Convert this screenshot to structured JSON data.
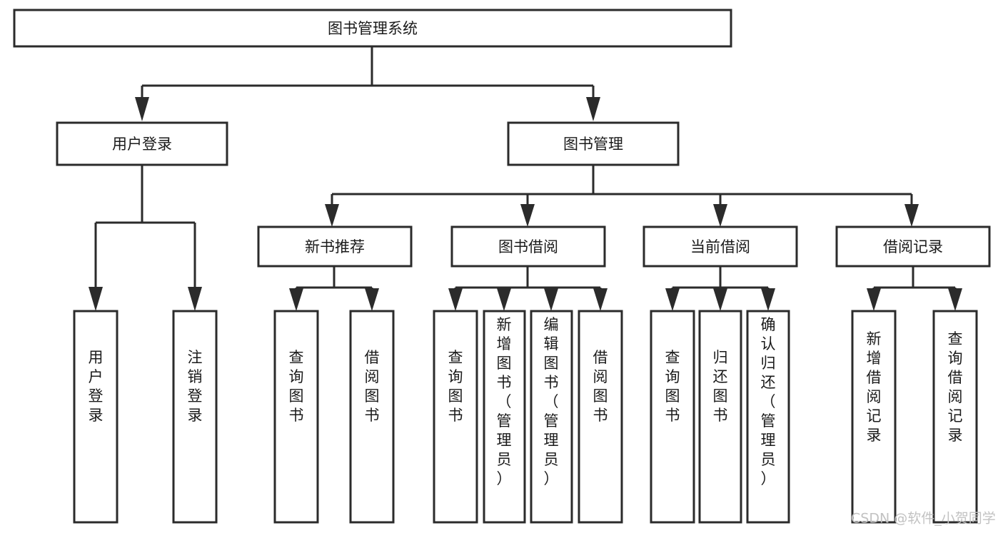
{
  "diagram": {
    "title": "图书管理系统",
    "type": "tree-hierarchy-functional-structure",
    "orientation": "top-down",
    "watermark": "CSDN @软件_小贺同学",
    "colors": {
      "stroke": "#2b2b2b",
      "fill": "#ffffff",
      "text": "#1a1a1a",
      "watermark": "#c2c2c2"
    },
    "root": {
      "id": "root",
      "label": "图书管理系统",
      "orientation": "horizontal"
    },
    "level2": [
      {
        "id": "user-login",
        "label": "用户登录",
        "orientation": "horizontal"
      },
      {
        "id": "book-manage",
        "label": "图书管理",
        "orientation": "horizontal"
      }
    ],
    "level3": [
      {
        "id": "new-book-recommend",
        "label": "新书推荐",
        "orientation": "horizontal",
        "parent": "book-manage"
      },
      {
        "id": "book-borrow",
        "label": "图书借阅",
        "orientation": "horizontal",
        "parent": "book-manage"
      },
      {
        "id": "current-borrow",
        "label": "当前借阅",
        "orientation": "horizontal",
        "parent": "book-manage"
      },
      {
        "id": "borrow-record",
        "label": "借阅记录",
        "orientation": "horizontal",
        "parent": "book-manage"
      }
    ],
    "leaves": [
      {
        "id": "leaf-user-login",
        "label": "用户登录",
        "orientation": "vertical",
        "parent": "user-login"
      },
      {
        "id": "leaf-user-logout",
        "label": "注销登录",
        "orientation": "vertical",
        "parent": "user-login"
      },
      {
        "id": "leaf-query-book-1",
        "label": "查询图书",
        "orientation": "vertical",
        "parent": "new-book-recommend"
      },
      {
        "id": "leaf-borrow-book-1",
        "label": "借阅图书",
        "orientation": "vertical",
        "parent": "new-book-recommend"
      },
      {
        "id": "leaf-query-book-2",
        "label": "查询图书",
        "orientation": "vertical",
        "parent": "book-borrow"
      },
      {
        "id": "leaf-add-book",
        "label": "新增图书（管理员）",
        "orientation": "vertical",
        "parent": "book-borrow"
      },
      {
        "id": "leaf-edit-book",
        "label": "编辑图书（管理员）",
        "orientation": "vertical",
        "parent": "book-borrow"
      },
      {
        "id": "leaf-borrow-book-2",
        "label": "借阅图书",
        "orientation": "vertical",
        "parent": "book-borrow"
      },
      {
        "id": "leaf-query-book-3",
        "label": "查询图书",
        "orientation": "vertical",
        "parent": "current-borrow"
      },
      {
        "id": "leaf-return-book",
        "label": "归还图书",
        "orientation": "vertical",
        "parent": "current-borrow"
      },
      {
        "id": "leaf-confirm-return",
        "label": "确认归还（管理员）",
        "orientation": "vertical",
        "parent": "current-borrow"
      },
      {
        "id": "leaf-add-record",
        "label": "新增借阅记录",
        "orientation": "vertical",
        "parent": "borrow-record"
      },
      {
        "id": "leaf-query-record",
        "label": "查询借阅记录",
        "orientation": "vertical",
        "parent": "borrow-record"
      }
    ]
  }
}
